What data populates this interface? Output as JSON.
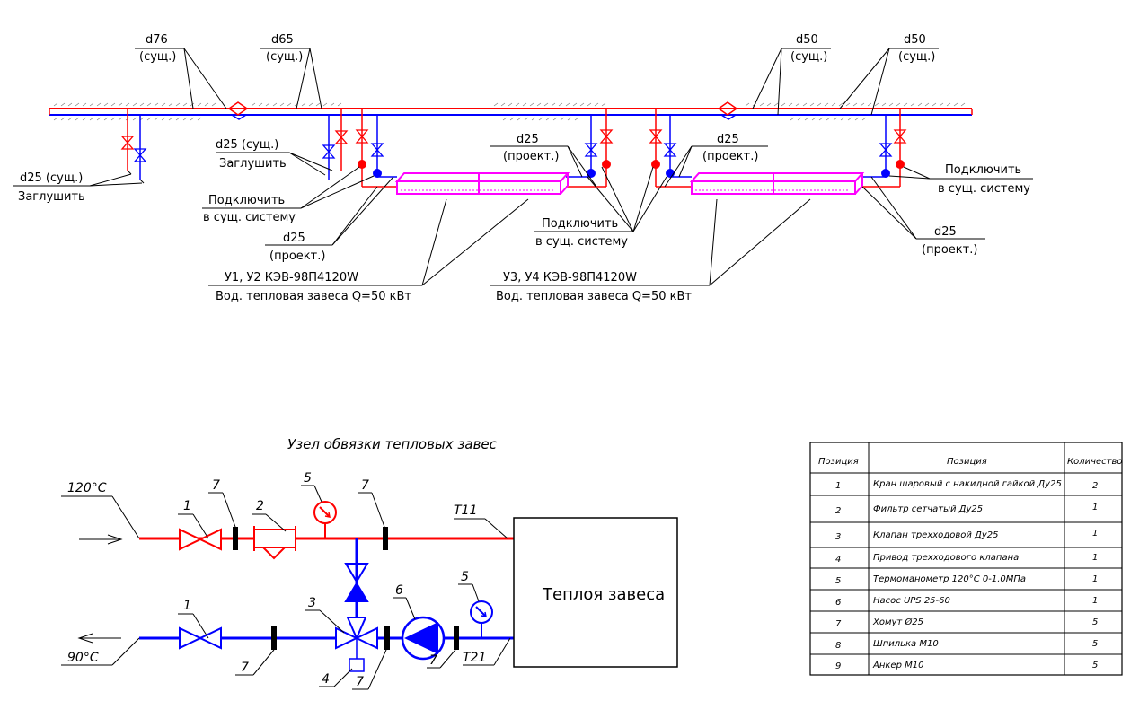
{
  "plan": {
    "main_labels": [
      {
        "size": "d76",
        "status": "(сущ.)"
      },
      {
        "size": "d65",
        "status": "(сущ.)"
      },
      {
        "size": "d50",
        "status": "(сущ.)"
      },
      {
        "size": "d50",
        "status": "(сущ.)"
      }
    ],
    "plug_left": {
      "line1": "d25 (сущ.)",
      "line2": "Заглушить"
    },
    "plug_mid": {
      "line1": "d25 (сущ.)",
      "line2": "Заглушить"
    },
    "connect_left": {
      "line1": "Подключить",
      "line2": "в сущ. систему"
    },
    "proj_left": {
      "line1": "d25",
      "line2": "(проект.)"
    },
    "proj_mid1": {
      "line1": "d25",
      "line2": "(проект.)"
    },
    "proj_mid2": {
      "line1": "d25",
      "line2": "(проект.)"
    },
    "connect_mid": {
      "line1": "Подключить",
      "line2": "в сущ. систему"
    },
    "connect_right": {
      "line1": "Подключить",
      "line2": "в сущ. систему"
    },
    "proj_right": {
      "line1": "d25",
      "line2": "(проект.)"
    },
    "curtain_left": {
      "line1": "У1, У2 КЭВ-98П4120W",
      "line2": "Вод. тепловая завеса Q=50 кВт"
    },
    "curtain_right": {
      "line1": "У3, У4 КЭВ-98П4120W",
      "line2": "Вод. тепловая завеса Q=50 кВт"
    }
  },
  "scheme": {
    "title": "Узел обвязки тепловых завес",
    "supply_temp": "120°С",
    "return_temp": "90°С",
    "line_supply": "Т11",
    "line_return": "Т21",
    "unit_label": "Теплоя завеса",
    "pos_supply": [
      "1",
      "7",
      "2",
      "5",
      "7"
    ],
    "pos_return": [
      "1",
      "7",
      "3",
      "4",
      "7",
      "6",
      "7",
      "5"
    ]
  },
  "table": {
    "headers": [
      "Позиция",
      "Позиция",
      "Количество"
    ],
    "rows": [
      [
        "1",
        "Кран шаровый с накидной гайкой Ду25",
        "2"
      ],
      [
        "2",
        "Фильтр сетчатый Ду25",
        "1"
      ],
      [
        "3",
        "Клапан трехходовой Ду25",
        "1"
      ],
      [
        "4",
        "Привод трехходового клапана",
        "1"
      ],
      [
        "5",
        "Термоманометр 120°С 0-1,0МПа",
        "1"
      ],
      [
        "6",
        "Насос UPS 25-60",
        "1"
      ],
      [
        "7",
        "Хомут Ø25",
        "5"
      ],
      [
        "8",
        "Шпилька М10",
        "5"
      ],
      [
        "9",
        "Анкер М10",
        "5"
      ]
    ]
  },
  "colors": {
    "supply": "#ff0000",
    "return": "#0000ff",
    "curtain": "#ff00ff",
    "hatch": "#777777"
  }
}
